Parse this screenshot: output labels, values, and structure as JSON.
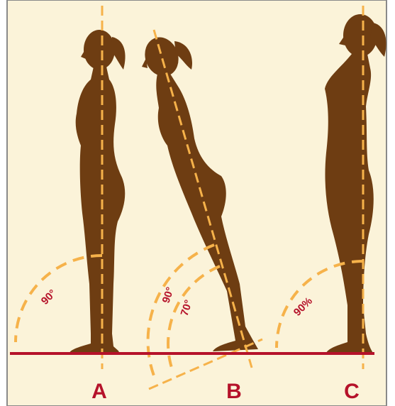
{
  "colors": {
    "background": "#fbf3d9",
    "frame": "#8a8a8a",
    "silhouette": "#6e3d12",
    "guide_dash": "#f6b24a",
    "ground_line": "#b5122a",
    "label_text": "#b5122a"
  },
  "panels": [
    {
      "letter": "A",
      "angles": [
        {
          "text": "90°"
        }
      ]
    },
    {
      "letter": "B",
      "angles": [
        {
          "text": "90°"
        },
        {
          "text": "70°"
        }
      ]
    },
    {
      "letter": "C",
      "angles": [
        {
          "text": "90%"
        }
      ]
    }
  ]
}
